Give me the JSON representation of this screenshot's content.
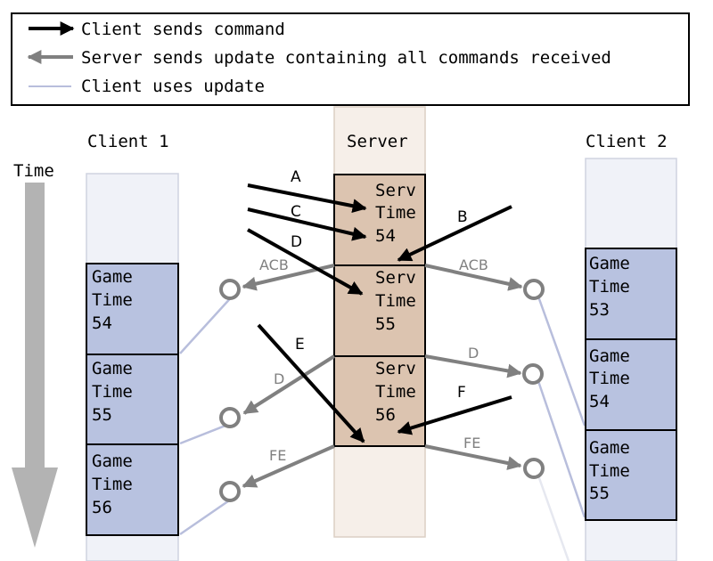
{
  "legend": {
    "items": [
      {
        "label": "Client sends command",
        "style": "black-arrow"
      },
      {
        "label": "Server sends update containing all commands received",
        "style": "gray-arrow"
      },
      {
        "label": "Client uses update",
        "style": "lavender-line"
      }
    ]
  },
  "columns": {
    "client1": {
      "title": "Client 1"
    },
    "server": {
      "title": "Server"
    },
    "client2": {
      "title": "Client 2"
    }
  },
  "time_axis": {
    "label": "Time"
  },
  "client1_frames": [
    {
      "line1": "Game",
      "line2": "Time",
      "line3": "54"
    },
    {
      "line1": "Game",
      "line2": "Time",
      "line3": "55"
    },
    {
      "line1": "Game",
      "line2": "Time",
      "line3": "56"
    }
  ],
  "server_frames": [
    {
      "line1": "Serv",
      "line2": "Time",
      "line3": "54"
    },
    {
      "line1": "Serv",
      "line2": "Time",
      "line3": "55"
    },
    {
      "line1": "Serv",
      "line2": "Time",
      "line3": "56"
    }
  ],
  "client2_frames": [
    {
      "line1": "Game",
      "line2": "Time",
      "line3": "53"
    },
    {
      "line1": "Game",
      "line2": "Time",
      "line3": "54"
    },
    {
      "line1": "Game",
      "line2": "Time",
      "line3": "55"
    }
  ],
  "commands": {
    "a": "A",
    "b": "B",
    "c": "C",
    "d": "D",
    "e": "E",
    "f": "F"
  },
  "updates": {
    "c1_first": "ACB",
    "c1_second": "D",
    "c1_third": "FE",
    "c2_first": "ACB",
    "c2_second": "D",
    "c2_third": "FE"
  },
  "colors": {
    "command_arrow": "#000000",
    "update_arrow": "#808080",
    "use_line": "#b8bedc",
    "client_frame": "#b8c2e0",
    "server_frame": "#dcc4b0",
    "lane_bg": "#f0f2f8",
    "server_lane_bg": "#f6efe9"
  }
}
